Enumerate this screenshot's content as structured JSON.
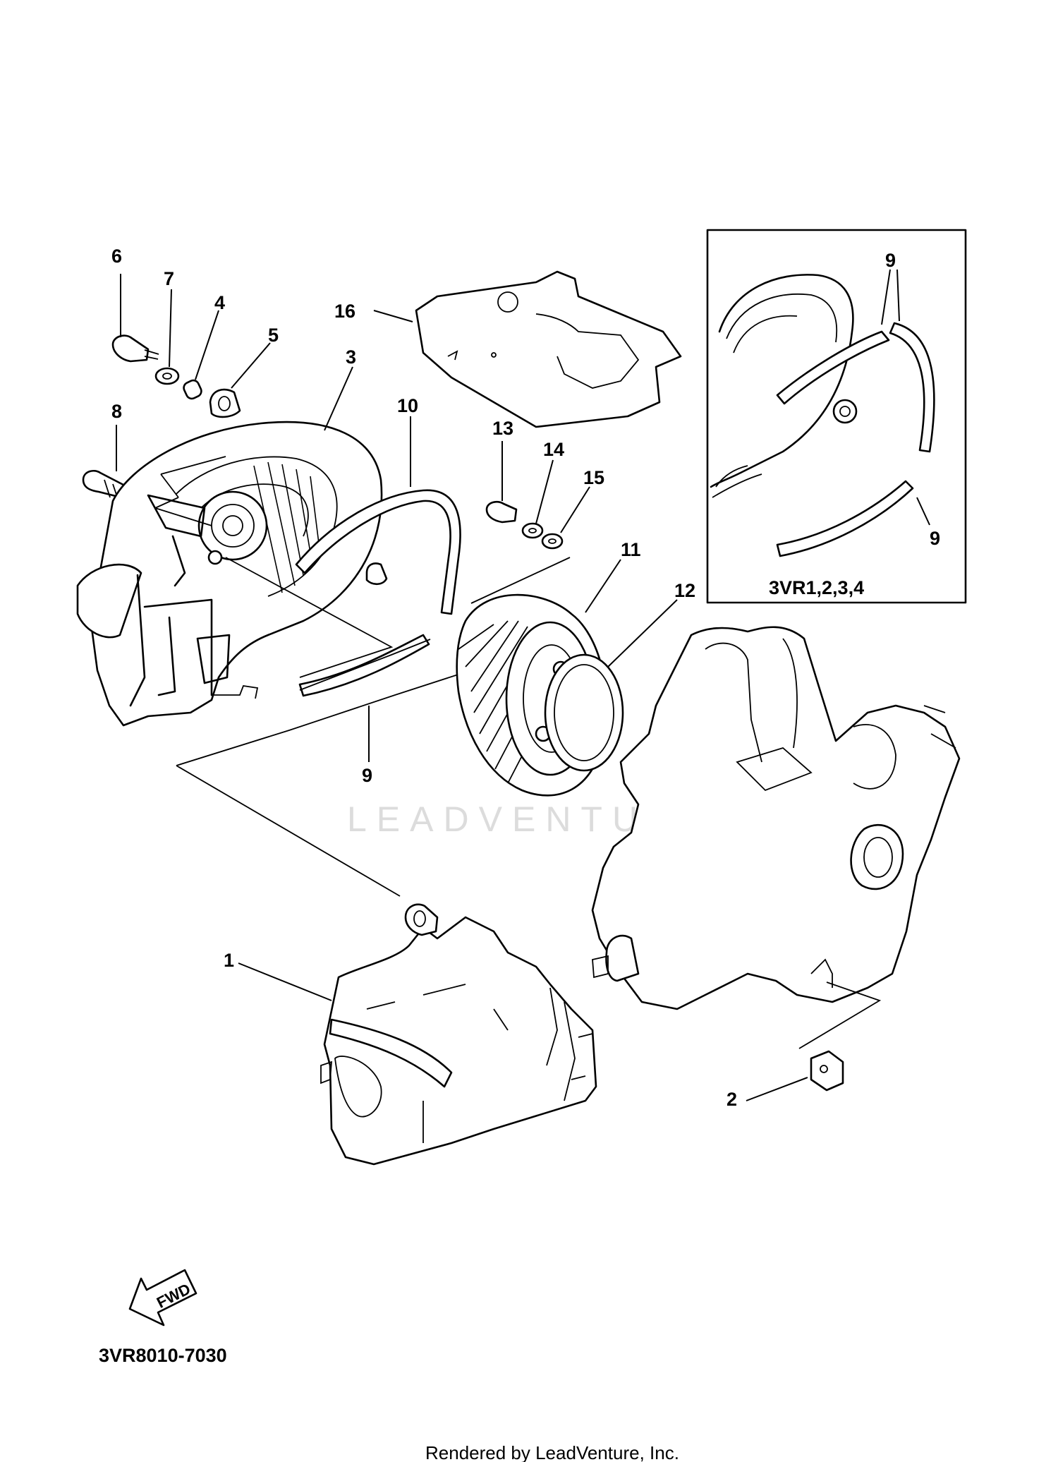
{
  "callouts": [
    {
      "id": "6",
      "label": "6"
    },
    {
      "id": "7",
      "label": "7"
    },
    {
      "id": "4",
      "label": "4"
    },
    {
      "id": "5",
      "label": "5"
    },
    {
      "id": "16",
      "label": "16"
    },
    {
      "id": "3",
      "label": "3"
    },
    {
      "id": "8",
      "label": "8"
    },
    {
      "id": "10",
      "label": "10"
    },
    {
      "id": "13",
      "label": "13"
    },
    {
      "id": "14",
      "label": "14"
    },
    {
      "id": "15",
      "label": "15"
    },
    {
      "id": "11",
      "label": "11"
    },
    {
      "id": "12",
      "label": "12"
    },
    {
      "id": "9a",
      "label": "9"
    },
    {
      "id": "9b",
      "label": "9"
    },
    {
      "id": "9c",
      "label": "9"
    },
    {
      "id": "1",
      "label": "1"
    },
    {
      "id": "2",
      "label": "2"
    }
  ],
  "inset": {
    "models": "3VR1,2,3,4"
  },
  "fwd_label": "FWD",
  "diagram_code": "3VR8010-7030",
  "watermark": "LEADVENTURE",
  "footer": "Rendered by LeadVenture, Inc."
}
